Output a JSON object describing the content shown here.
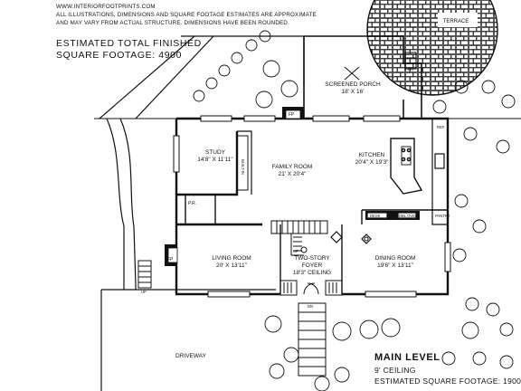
{
  "header": {
    "website": "WWW.INTERIORFOOTPRINTS.COM",
    "disclaimer_line1": "ALL ILLUSTRATIONS, DIMENSIONS AND SQUARE FOOTAGE ESTIMATES ARE APPROXIMATE",
    "disclaimer_line2": "AND MAY VARY FROM ACTUAL STRUCTURE. DIMENSIONS HAVE BEEN ROUNDED.",
    "total_line1": "ESTIMATED TOTAL FINISHED",
    "total_line2": "SQUARE FOOTAGE: 4900"
  },
  "rooms": {
    "terrace": "TERRACE",
    "screened_porch": {
      "name": "SCREENED PORCH",
      "dims": "18' X 16'"
    },
    "study": {
      "name": "STUDY",
      "dims": "14'8\" X 11'11\""
    },
    "family_room": {
      "name": "FAMILY ROOM",
      "dims": "21' X 20'4\""
    },
    "kitchen": {
      "name": "KITCHEN",
      "dims": "20'4\" X 19'3\""
    },
    "living_room": {
      "name": "LIVING ROOM",
      "dims": "20' X 13'11\""
    },
    "foyer": {
      "name1": "TWO-STORY",
      "name2": "FOYER",
      "dims": "18'3\" CEILING"
    },
    "dining_room": {
      "name": "DINING ROOM",
      "dims": "19'6\" X 13'11\""
    },
    "driveway": "DRIVEWAY"
  },
  "labels": {
    "fp_family": "FP",
    "fp_living": "FP",
    "pr": "P.R.",
    "built_in": "BUILT-IN",
    "dn": "DN",
    "up_left": "UP",
    "up_foyer": "UP",
    "dn_foyer": "DN",
    "ref": "REF",
    "desk": "DESK",
    "dbl_oven": "DBL OVEN",
    "pantry": "PANTRY"
  },
  "footer": {
    "title": "MAIN LEVEL",
    "ceiling": "9' CEILING",
    "square_footage": "ESTIMATED SQUARE FOOTAGE: 1900"
  }
}
